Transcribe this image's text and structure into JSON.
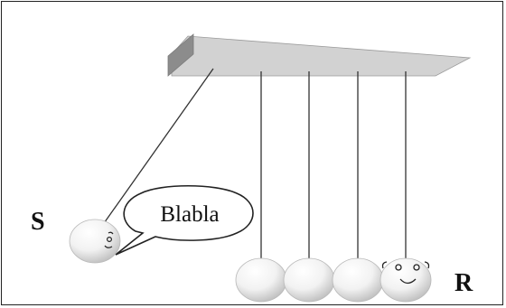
{
  "diagram": {
    "sender_label": "S",
    "receiver_label": "R",
    "speech_text": "Blabla",
    "ball_count": 5,
    "colors": {
      "frame_top": "#d2d2d2",
      "frame_side": "#8c8c8c",
      "string": "#333333",
      "ball_light": "#ffffff",
      "ball_dark": "#bdbdbd"
    }
  }
}
